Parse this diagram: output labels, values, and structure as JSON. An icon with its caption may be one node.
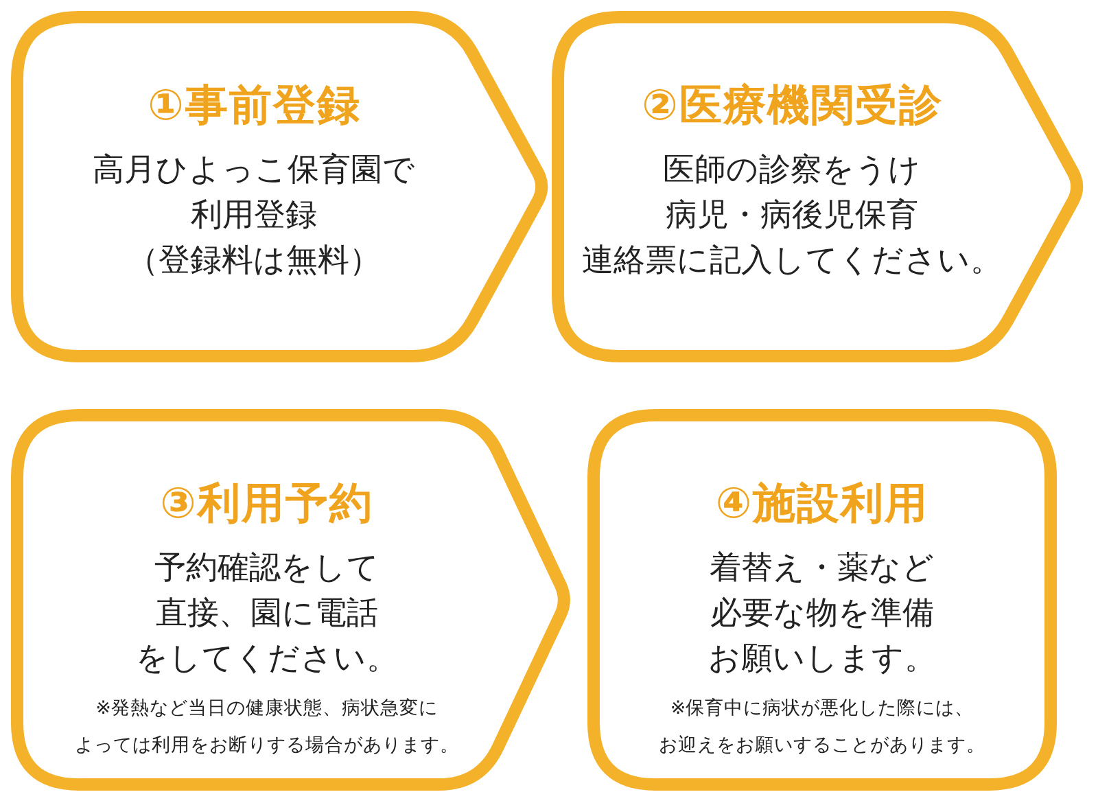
{
  "diagram": {
    "nodes": [
      {
        "text": [
          "①事前登録",
          "高月ひよっこ保育園で利用登録（登録料は無料）"
        ]
      },
      {
        "text": [
          "②医療機関受診",
          "医師の診察をうけ病児・病後児保育連絡票に記入してください。"
        ]
      },
      {
        "text": [
          "③利用予約",
          "予約確認をして直接、園に電話をしてください。",
          "※発熱など当日の健康状態、病状急変によっては利用をお断りする場合があります。"
        ]
      },
      {
        "text": [
          "④施設利用",
          "着替え・薬など必要な物を準備お願いします。",
          "※保育中に病状が悪化した際には、お迎えをお願いすることがあります。"
        ]
      }
    ]
  }
}
